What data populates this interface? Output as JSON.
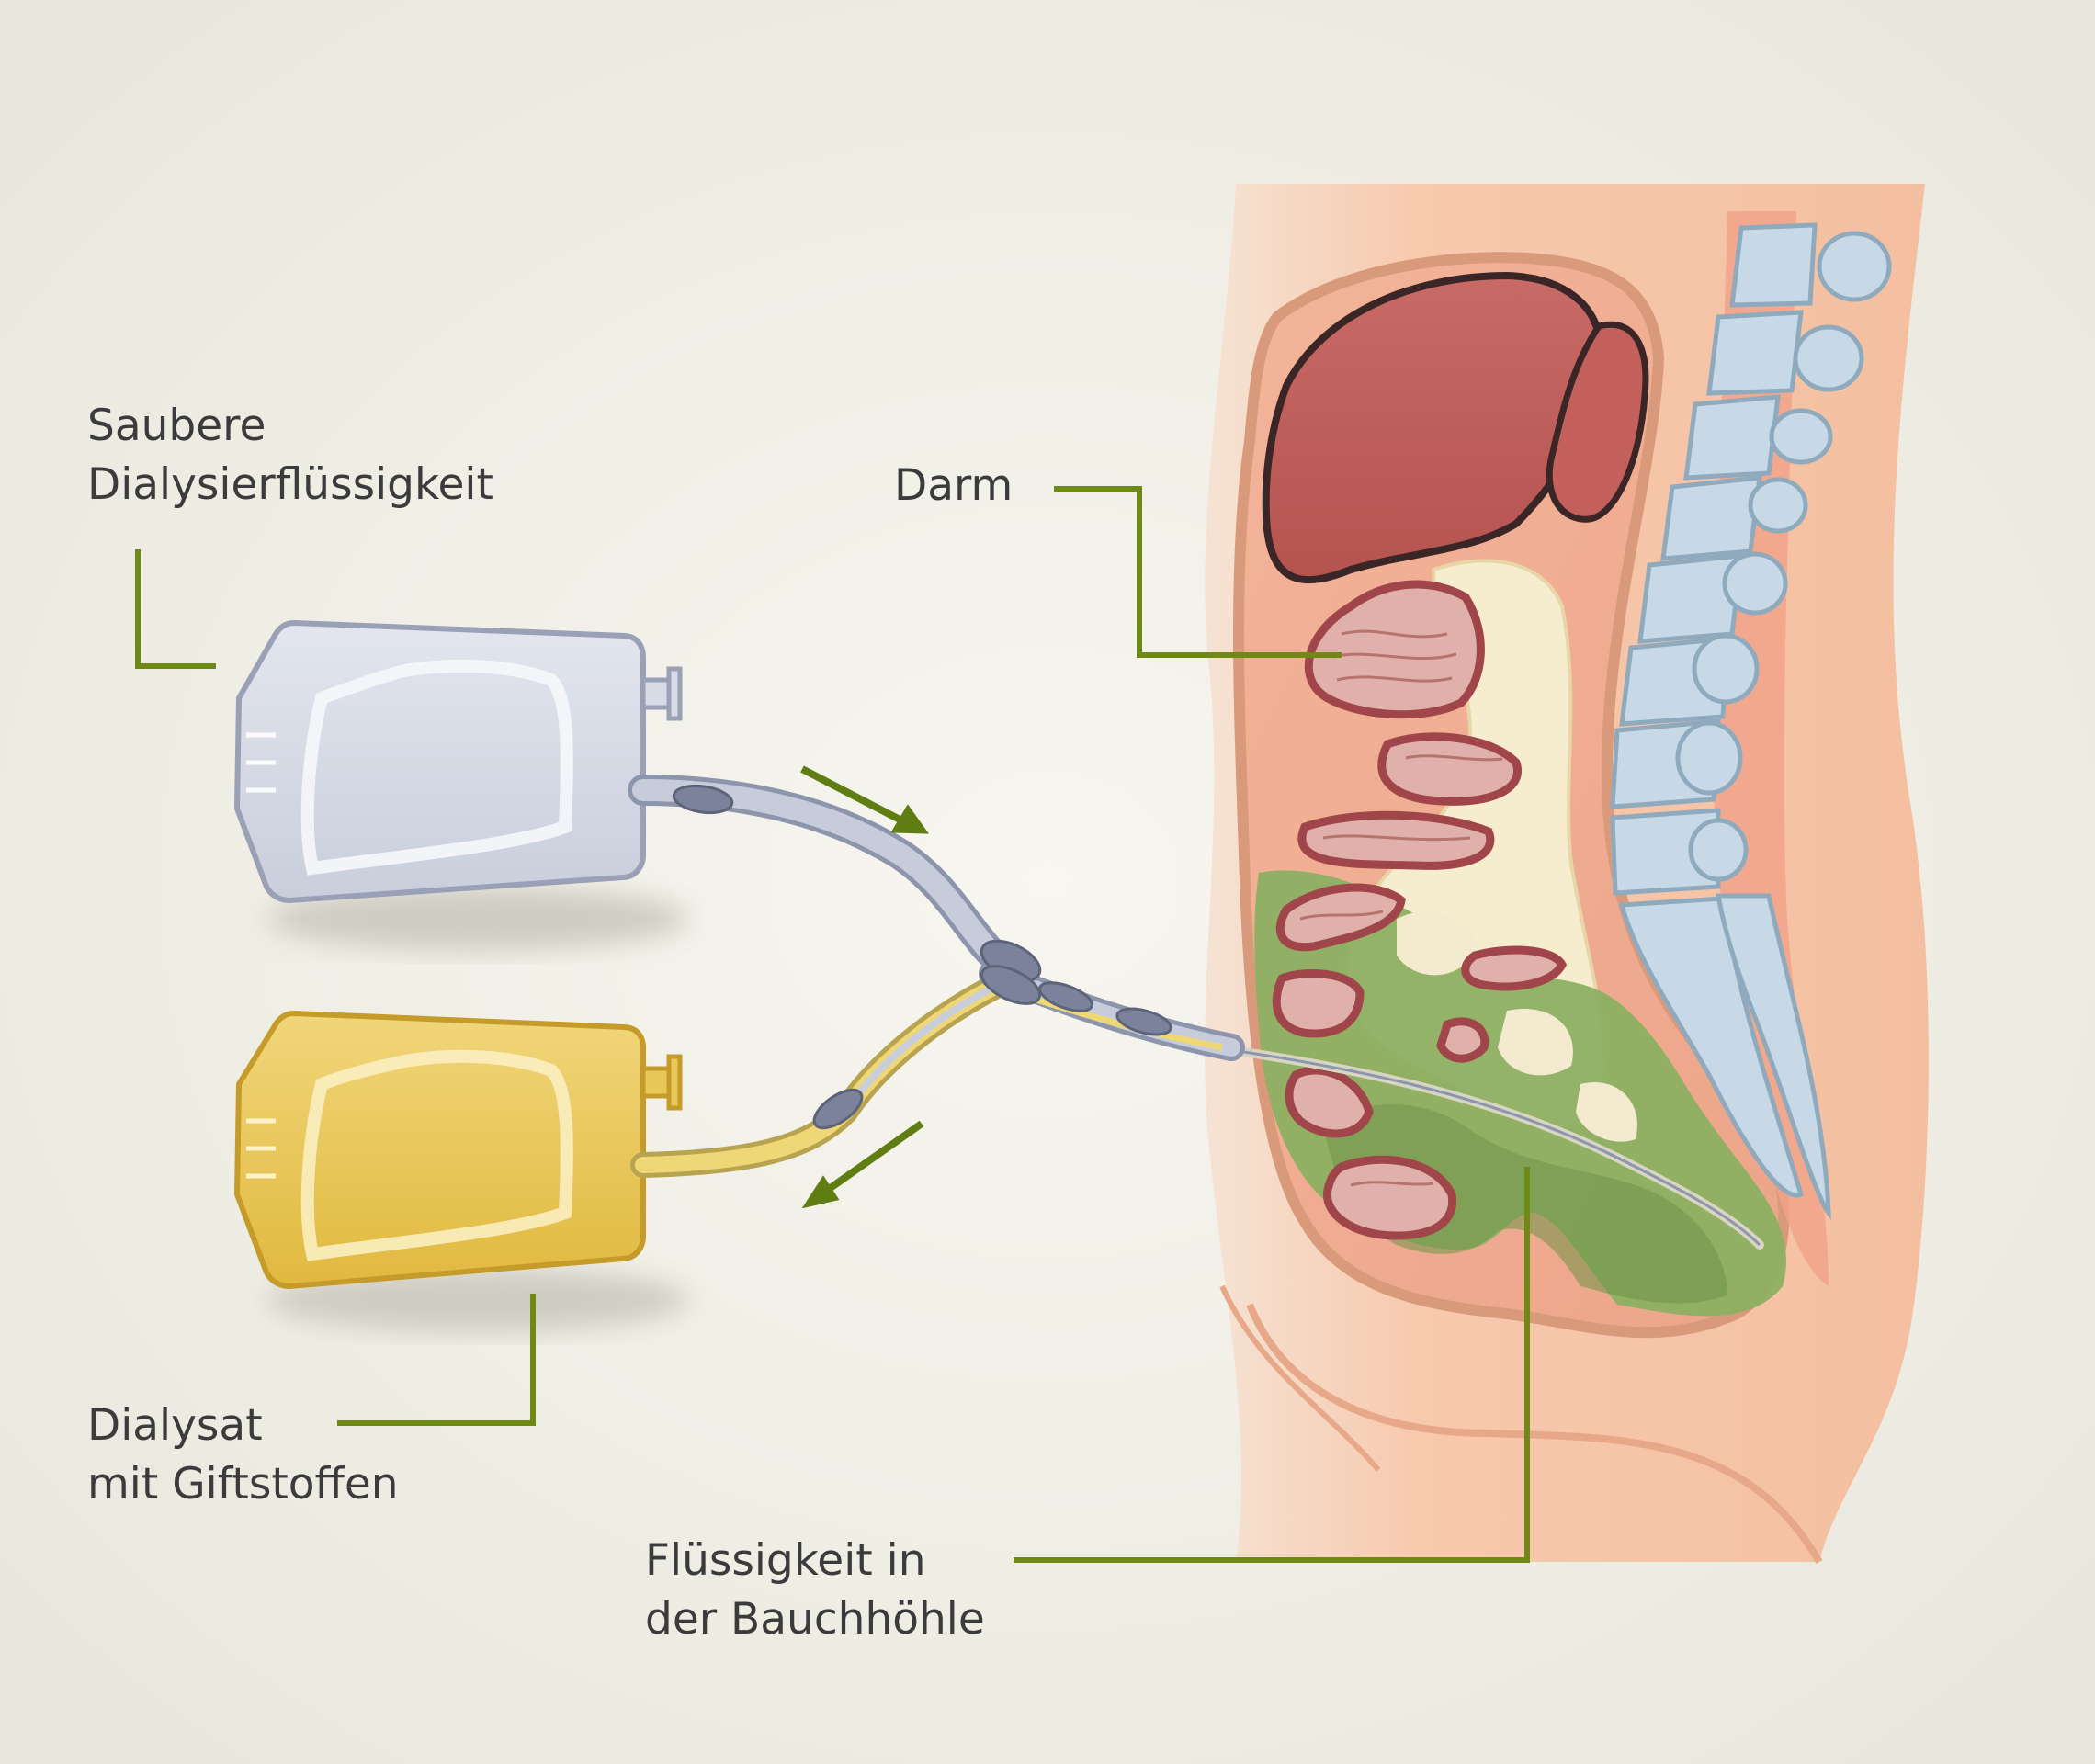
{
  "labels": {
    "clean_fluid": {
      "line1": "Saubere",
      "line2": "Dialysierflüssigkeit"
    },
    "intestine": "Darm",
    "dialysate": {
      "line1": "Dialysat",
      "line2": "mit Giftstoffen"
    },
    "abdominal_fluid": {
      "line1": "Flüssigkeit in",
      "line2": "der Bauchhöhle"
    }
  },
  "colors": {
    "background": "#f2f1ea",
    "leader_line": "#6e8a14",
    "arrow": "#5f7d12",
    "clean_bag": "#d7dbe6",
    "dialysate_bag": "#e9c85a",
    "skin": "#f7c8a8",
    "liver": "#c0605c",
    "intestine": "#d9a3a0",
    "abdominal_fluid": "#8fb46a",
    "vertebra": "#c9dbe6"
  }
}
